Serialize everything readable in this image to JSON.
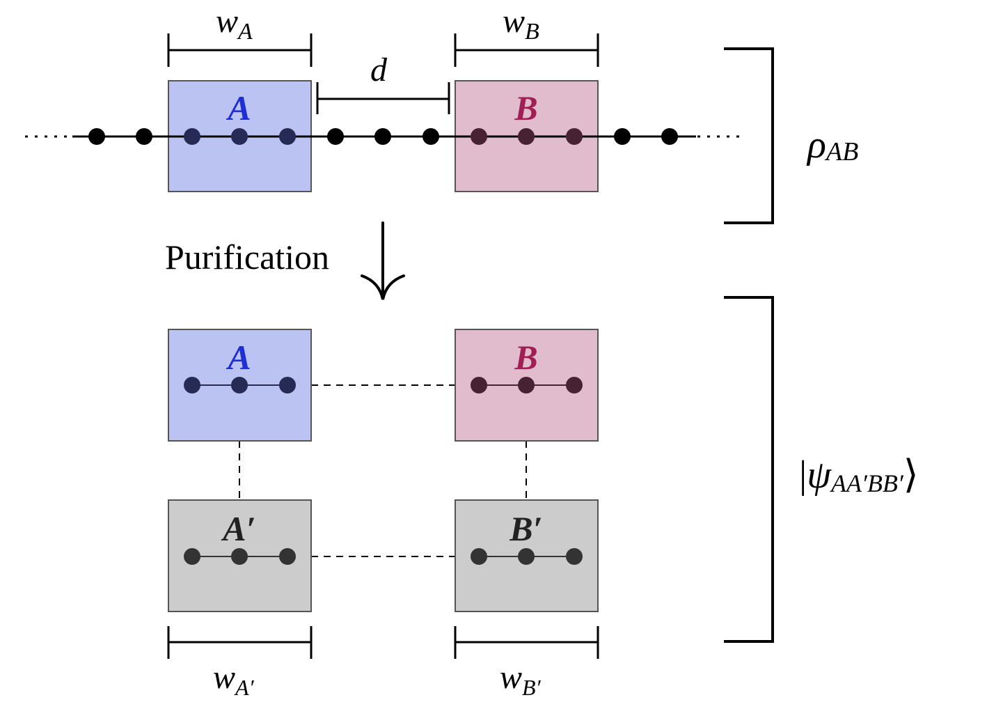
{
  "labels": {
    "wA": {
      "main": "w",
      "sub": "A"
    },
    "wB": {
      "main": "w",
      "sub": "B"
    },
    "d": "d",
    "A": "A",
    "B": "B",
    "A_prime": "A′",
    "B_prime": "B′",
    "wAp": {
      "main": "w",
      "sub": "A′"
    },
    "wBp": {
      "main": "w",
      "sub": "B′"
    },
    "purification": "Purification",
    "rho": {
      "main": "ρ",
      "sub": "AB"
    },
    "psi": {
      "open": "|",
      "main": "ψ",
      "sub": "AA′BB′",
      "close": "⟩"
    }
  },
  "colors": {
    "region_a_fill": "#bbc3f2",
    "region_b_fill": "#e0bccd",
    "region_prime_fill": "#cccccc",
    "label_a": "#1f2fd4",
    "label_b": "#a01f55",
    "label_prime": "#222222",
    "dot_chain": "#000000",
    "dot_a": "#262b55",
    "dot_b": "#472233",
    "dot_prime": "#333333"
  }
}
